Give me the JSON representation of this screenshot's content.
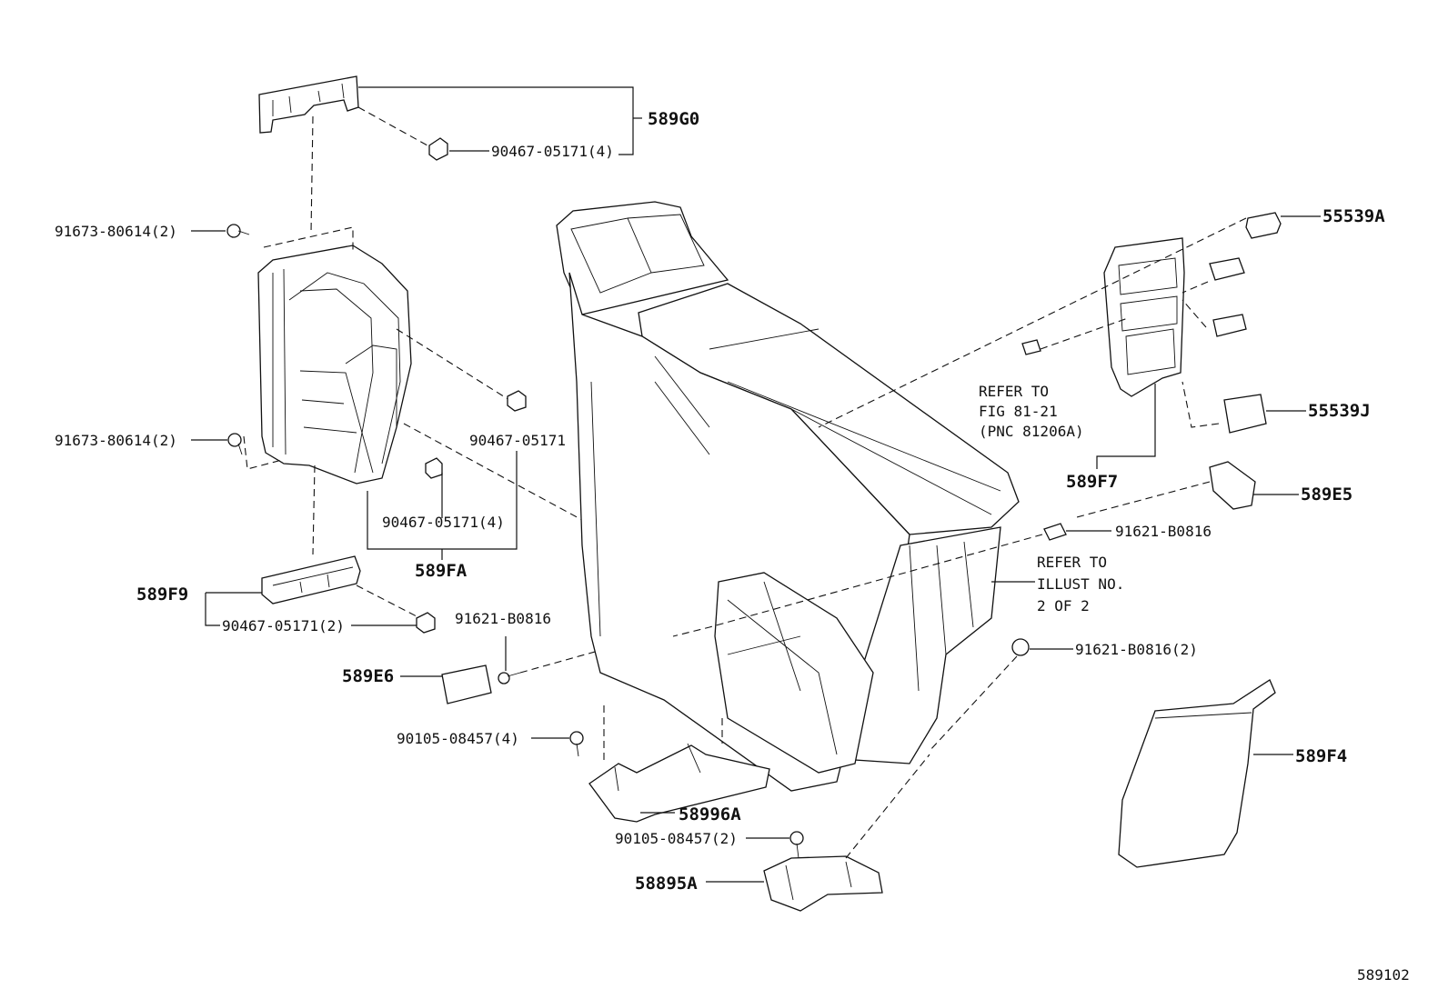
{
  "diagram": {
    "figure_id": "589102",
    "pnc": {
      "p589G0": "589G0",
      "p589FA": "589FA",
      "p589F9": "589F9",
      "p589E6": "589E6",
      "p58996A": "58996A",
      "p58895A": "58895A",
      "p55539A": "55539A",
      "p55539J": "55539J",
      "p589F7": "589F7",
      "p589E5": "589E5",
      "p589F4": "589F4"
    },
    "parts": {
      "clip_top": "90467-05171(4)",
      "screw_upper": "91673-80614(2)",
      "screw_lower": "91673-80614(2)",
      "clip_mid": "90467-05171",
      "clip_fa": "90467-05171(4)",
      "clip_f9": "90467-05171(2)",
      "bolt_e6": "91621-B0816",
      "bolt_right": "91621-B0816",
      "bolt_right2": "91621-B0816(2)",
      "screw_58996": "90105-08457(4)",
      "screw_58895": "90105-08457(2)"
    },
    "notes": {
      "fig_line1": "REFER TO",
      "fig_line2": "FIG 81-21",
      "fig_line3": "(PNC 81206A)",
      "illust_line1": "REFER TO",
      "illust_line2": "ILLUST NO.",
      "illust_line3": "2 OF 2"
    }
  }
}
